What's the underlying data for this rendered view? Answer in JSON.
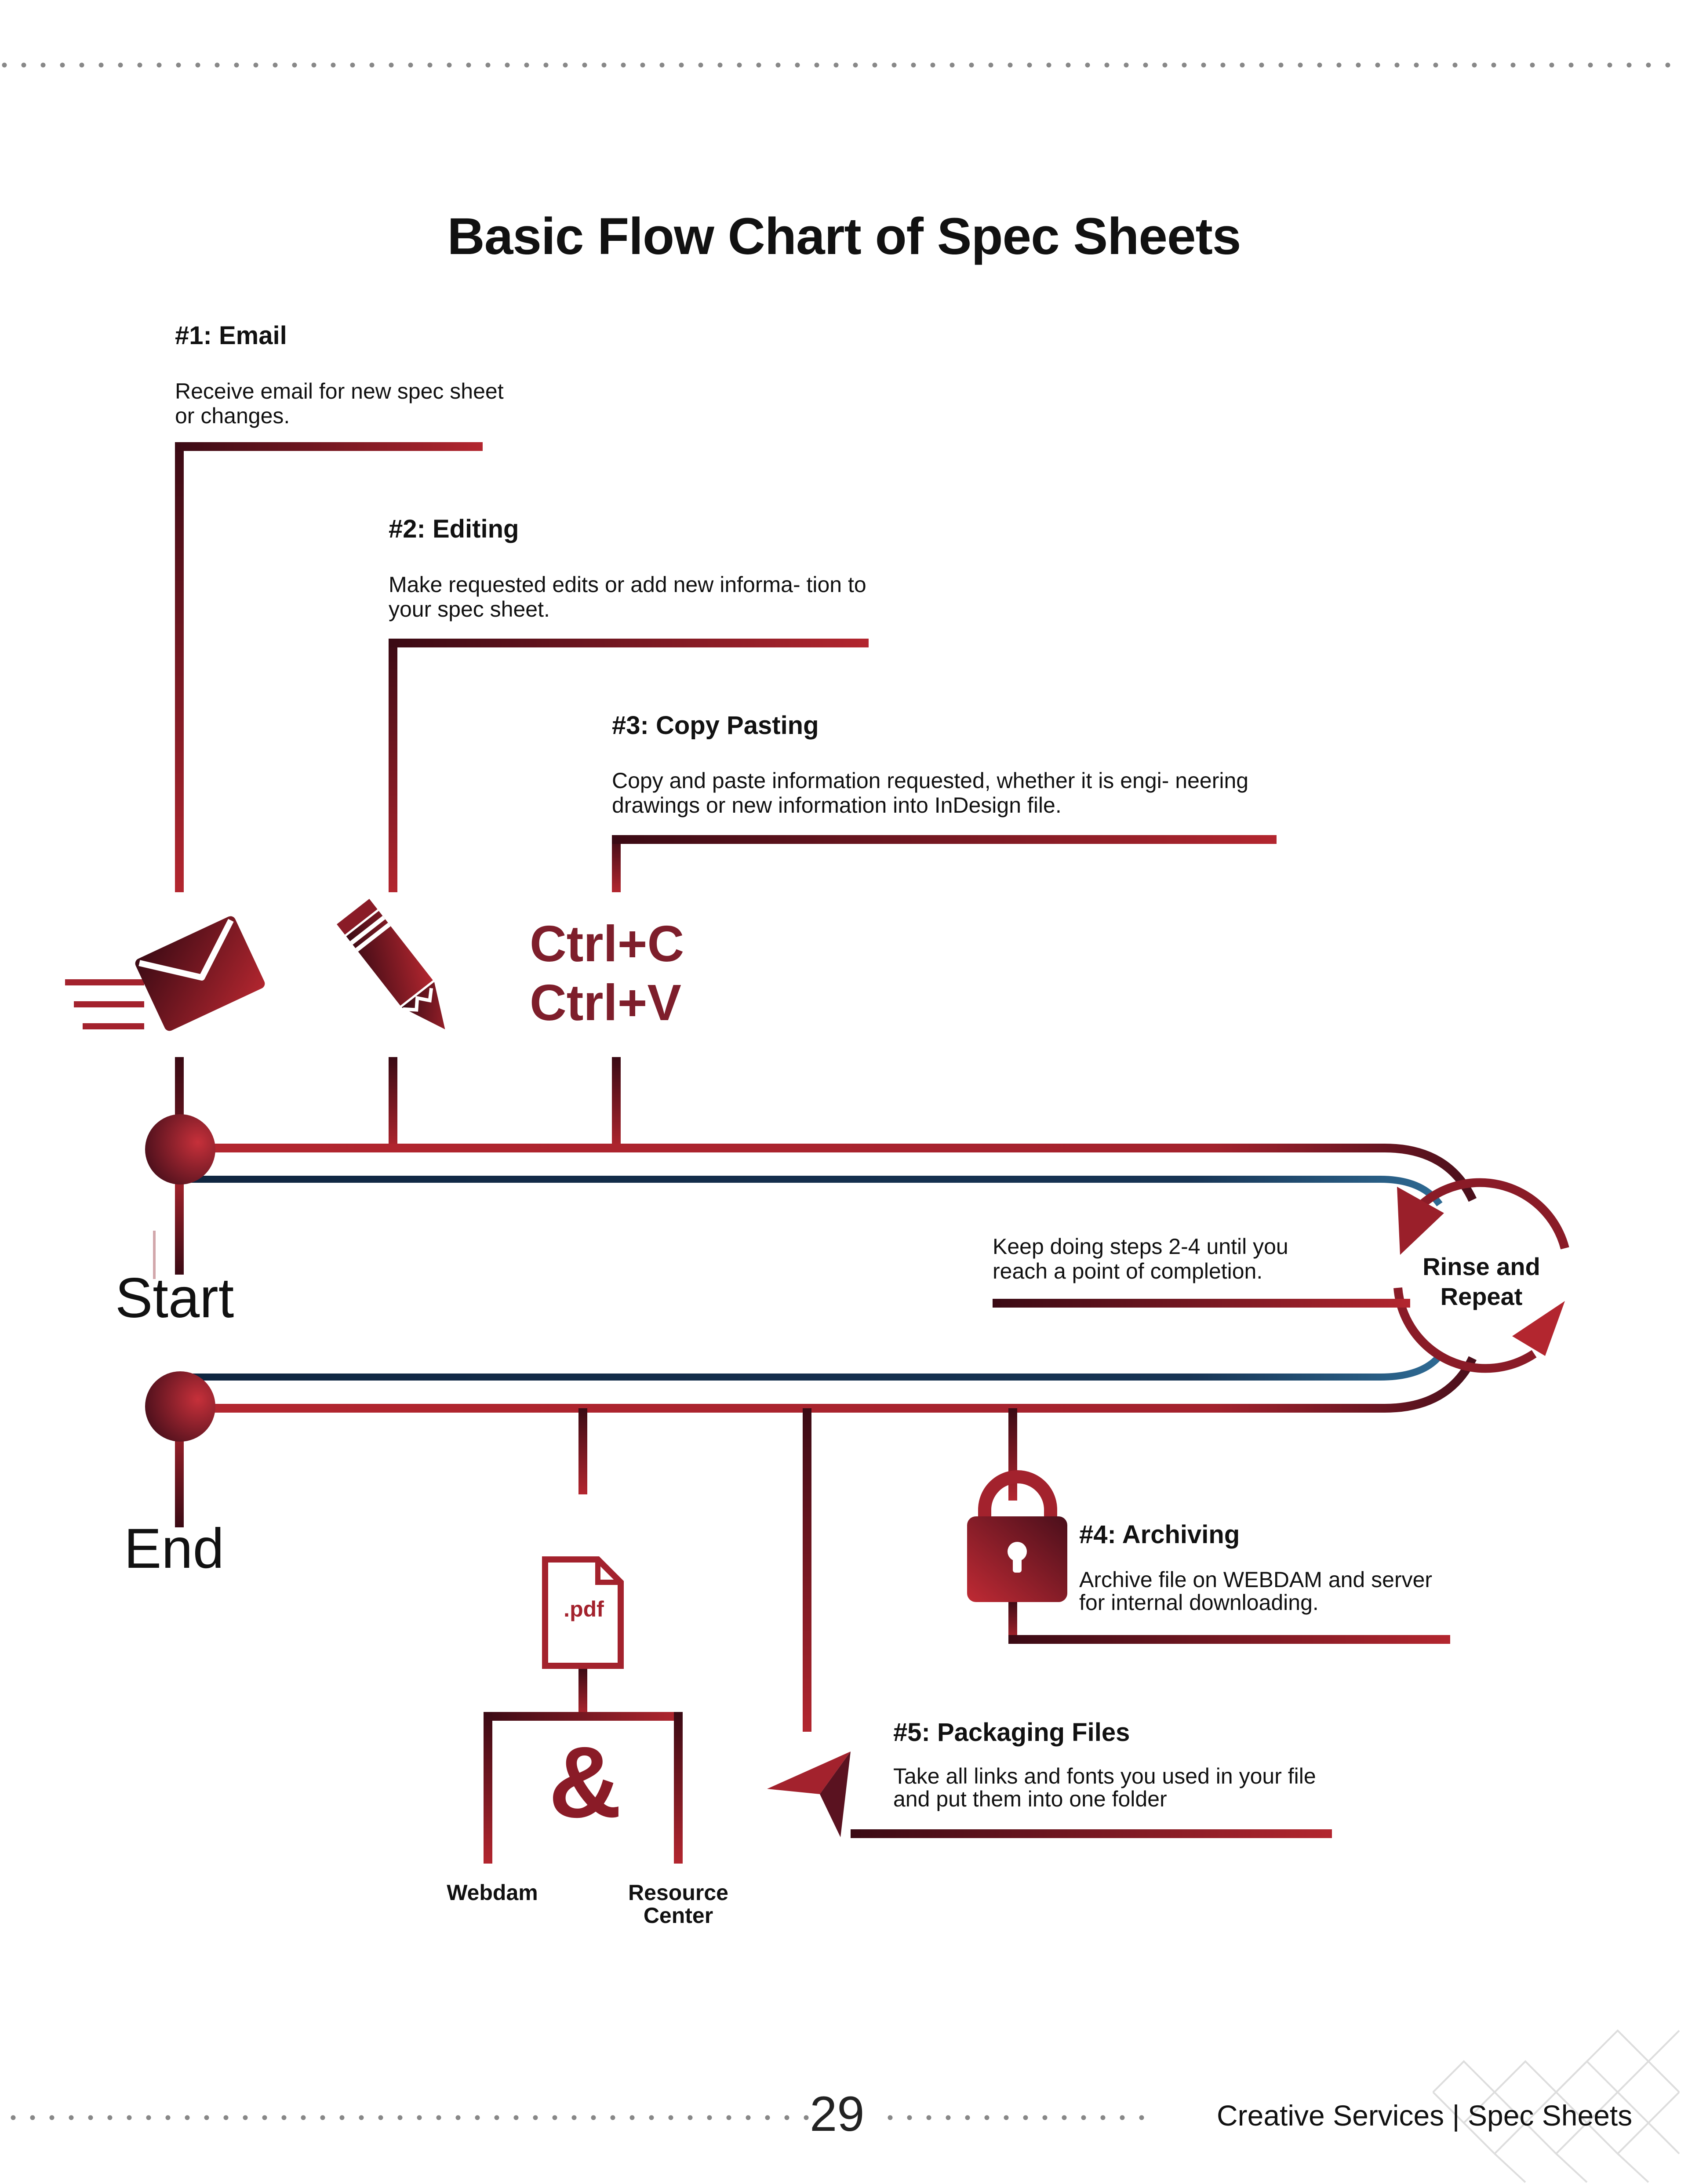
{
  "title": "Basic Flow Chart of Spec Sheets",
  "steps": [
    {
      "title": "#1: Email",
      "text": "Receive email for new spec sheet or changes."
    },
    {
      "title": "#2: Editing",
      "text": "Make requested edits or add new informa- tion to your spec sheet."
    },
    {
      "title": "#3: Copy Pasting",
      "text": "Copy and paste information requested, whether it is engi- neering drawings or new information into InDesign file."
    },
    {
      "title": "#4: Archiving",
      "text": "Archive file on WEBDAM and server for internal downloading."
    },
    {
      "title": "#5: Packaging Files",
      "text": "Take all links and fonts you used in your file and put them into one folder"
    }
  ],
  "shortcuts": {
    "copy": "Ctrl+C",
    "paste": "Ctrl+V"
  },
  "loop": {
    "label": "Rinse and Repeat",
    "note": "Keep doing steps 2-4 until you reach a point of completion."
  },
  "start_label": "Start",
  "end_label": "End",
  "pdf_label": ".pdf",
  "ampersand": "&",
  "destinations": {
    "webdam": "Webdam",
    "resource_center": "Resource Center"
  },
  "page_number": "29",
  "footer_text": "Creative Services | Spec Sheets",
  "icons": [
    "envelope-icon",
    "pencil-icon",
    "lock-icon",
    "pdf-file-icon",
    "paper-plane-icon"
  ],
  "colors": {
    "accent_red": "#a3222d",
    "dark_maroon": "#3a0a14",
    "navy": "#173454",
    "teal_blue": "#2e6a93"
  }
}
